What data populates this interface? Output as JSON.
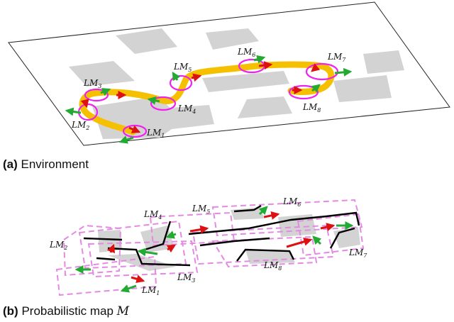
{
  "panel_a": {
    "caption_tag": "(a)",
    "caption_text": "Environment",
    "landmarks": [
      {
        "id": "1",
        "label": "LM",
        "sub": "1"
      },
      {
        "id": "2",
        "label": "LM",
        "sub": "2"
      },
      {
        "id": "3",
        "label": "LM",
        "sub": "3"
      },
      {
        "id": "4",
        "label": "LM",
        "sub": "4"
      },
      {
        "id": "5",
        "label": "LM",
        "sub": "5"
      },
      {
        "id": "6",
        "label": "LM",
        "sub": "6"
      },
      {
        "id": "7",
        "label": "LM",
        "sub": "7"
      },
      {
        "id": "8",
        "label": "LM",
        "sub": "8"
      }
    ]
  },
  "panel_b": {
    "caption_tag": "(b)",
    "caption_text": "Probabilistic map",
    "caption_symbol": "M",
    "landmarks": [
      {
        "id": "1",
        "label": "LM",
        "sub": "1"
      },
      {
        "id": "2",
        "label": "LM",
        "sub": "2"
      },
      {
        "id": "3",
        "label": "LM",
        "sub": "3"
      },
      {
        "id": "4",
        "label": "LM",
        "sub": "4"
      },
      {
        "id": "5",
        "label": "LM",
        "sub": "5"
      },
      {
        "id": "6",
        "label": "LM",
        "sub": "6"
      },
      {
        "id": "7",
        "label": "LM",
        "sub": "7"
      },
      {
        "id": "8",
        "label": "LM",
        "sub": "8"
      }
    ]
  },
  "colors": {
    "obstacle": "#d3d3d3",
    "trajectory": "#f5c000",
    "landmark_ellipse": "#ee22ee",
    "arrow_green": "#22aa33",
    "arrow_red": "#dd1111",
    "local_map_border": "#e38ae3",
    "wall": "#000000"
  }
}
